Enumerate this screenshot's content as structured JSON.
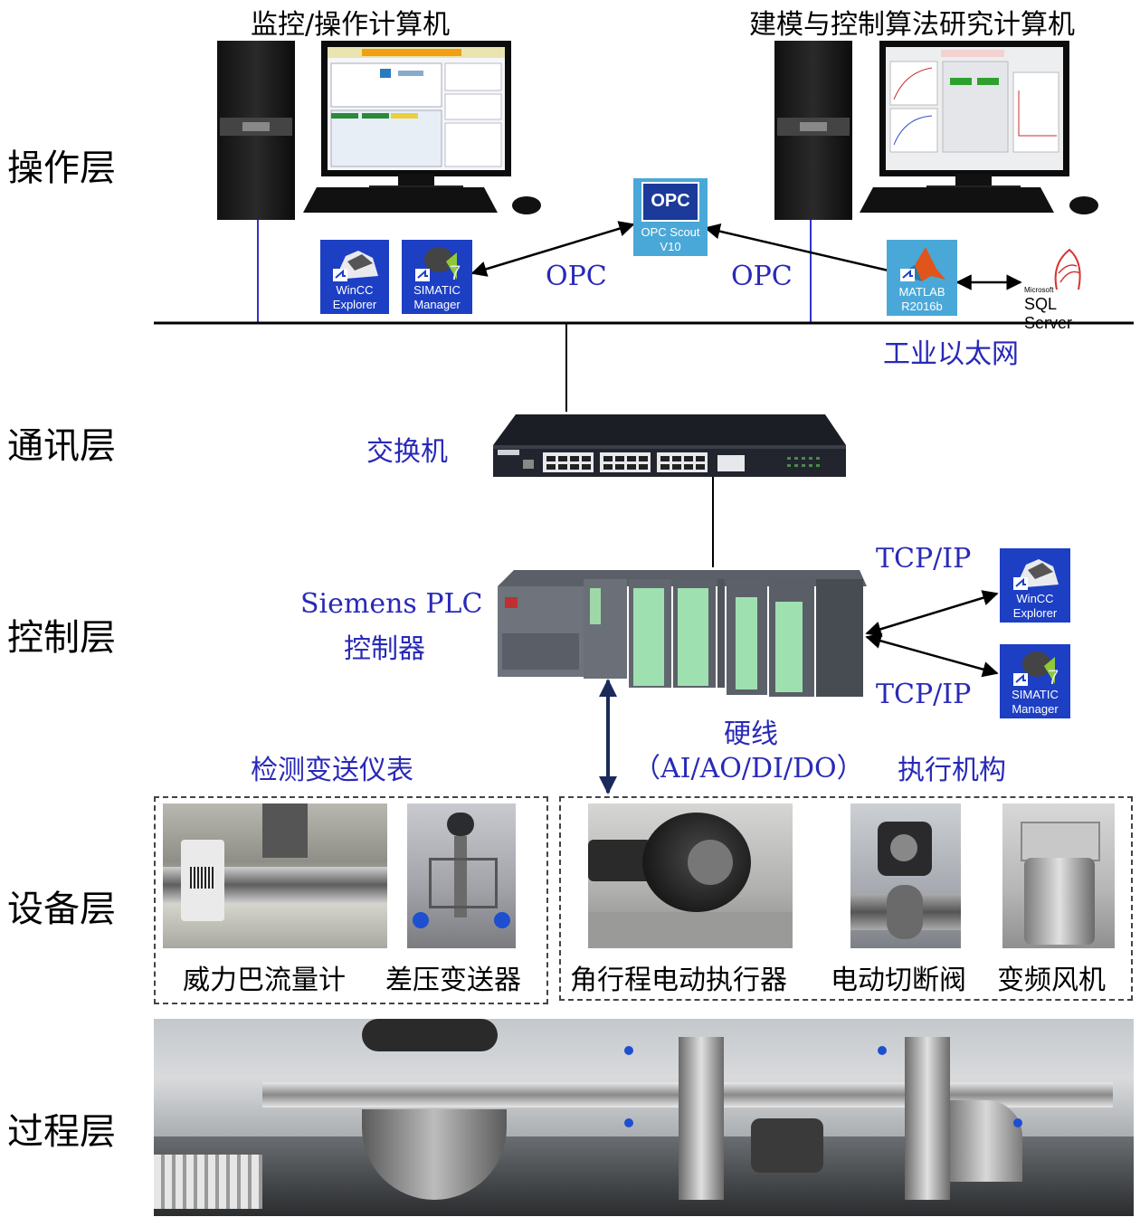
{
  "layers": {
    "operation": "操作层",
    "communication": "通讯层",
    "control": "控制层",
    "device": "设备层",
    "process": "过程层"
  },
  "computers": {
    "left_title": "监控/操作计算机",
    "right_title": "建模与控制算法研究计算机"
  },
  "software": {
    "wincc": "WinCC Explorer",
    "simatic": "SIMATIC Manager",
    "opc_scout_logo": "OPC",
    "opc_scout": "OPC Scout V10",
    "matlab": "MATLAB R2016b",
    "sql_small": "Microsoft",
    "sql": "SQL Server"
  },
  "links": {
    "opc_left": "OPC",
    "opc_right": "OPC",
    "ethernet": "工业以太网",
    "switch": "交换机",
    "plc_line1": "Siemens PLC",
    "plc_line2": "控制器",
    "tcp1": "TCP/IP",
    "tcp2": "TCP/IP",
    "hardwire_line1": "硬线",
    "hardwire_line2": "（AI/AO/DI/DO）",
    "sensors": "检测变送仪表",
    "actuators": "执行机构"
  },
  "devices": {
    "flowmeter": "威力巴流量计",
    "dp_transmitter": "差压变送器",
    "actuator": "角行程电动执行器",
    "valve": "电动切断阀",
    "fan": "变频风机"
  },
  "colors": {
    "label_blue": "#2929b8",
    "icon_blue": "#1d3fc4",
    "line_blue": "#3333cc"
  }
}
